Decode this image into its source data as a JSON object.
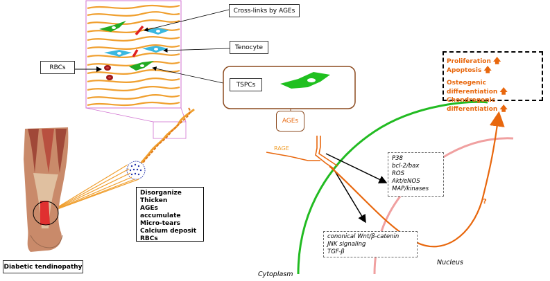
{
  "callouts": {
    "crosslinks": "Cross-links by AGEs",
    "tenocyte": "Tenocyte",
    "rbcs": "RBCs",
    "tspcs": "TSPCs"
  },
  "pathology": {
    "items": [
      "Disorganize",
      "Thicken",
      "AGEs accumulate",
      "Micro-tears",
      "Calcium deposit",
      "RBCs"
    ]
  },
  "leg_label": "Diabetic tendinopathy",
  "ages_label": "AGEs",
  "rage_label": "RAGE",
  "pathway_box_1": {
    "lines": [
      "P38",
      "bcl-2/bax",
      "ROS",
      "Akt/eNOS",
      "MAP/kinases"
    ]
  },
  "pathway_box_2": {
    "lines": [
      "cononical Wnt/β-catenin",
      "JNK signaling",
      "TGF-β"
    ]
  },
  "outcomes": {
    "rows": [
      {
        "label": "Proliferation",
        "arrow": "🡅"
      },
      {
        "label": "Apoptosis",
        "arrow": "🡅"
      },
      {
        "label": "Osteogenic differentiation",
        "arrow": "🡅"
      },
      {
        "label": "Chondrogenic differentiation",
        "arrow": "🡅"
      }
    ]
  },
  "question_mark": "?",
  "cytoplasm_label": "Cytoplasm",
  "nucleus_label": "Nucleus",
  "colors": {
    "orange": "#e8670d",
    "tendon_orange": "#f0a030",
    "green": "#22bb22",
    "pink": "#f0a0a0",
    "magenta": "#d070d0",
    "brown": "#8b4a1f",
    "cyan": "#3ab8e0",
    "red": "#e02020"
  }
}
